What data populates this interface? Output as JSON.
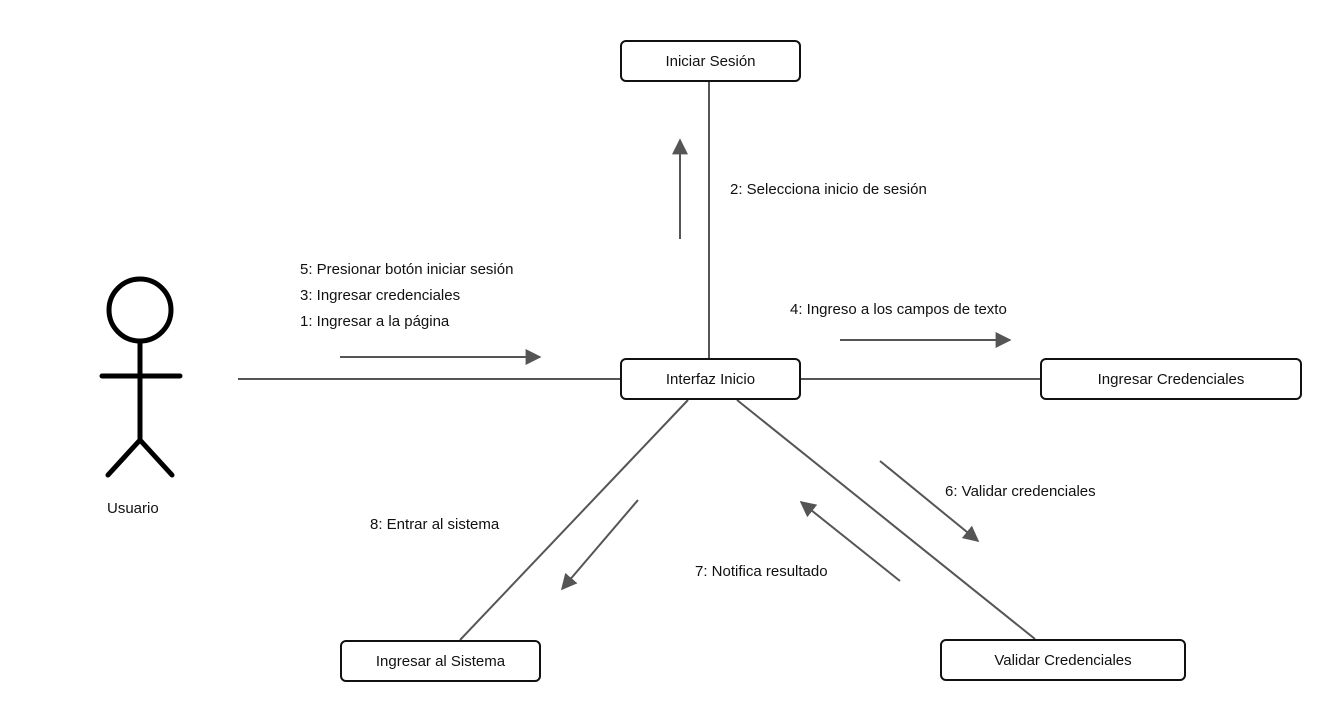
{
  "actor": {
    "name": "Usuario"
  },
  "objects": {
    "iniciar_sesion": "Iniciar Sesión",
    "interfaz_inicio": "Interfaz Inicio",
    "ingresar_credenciales": "Ingresar Credenciales",
    "ingresar_sistema": "Ingresar al Sistema",
    "validar_credenciales": "Validar Credenciales"
  },
  "messages": {
    "m1": "1: Ingresar a la página",
    "m2": "2: Selecciona inicio de sesión",
    "m3": "3: Ingresar credenciales",
    "m4": "4: Ingreso a los campos de texto",
    "m5": "5: Presionar botón iniciar sesión",
    "m6": "6: Validar credenciales",
    "m7": "7: Notifica resultado",
    "m8": "8: Entrar al sistema"
  },
  "colors": {
    "line": "#555555",
    "border": "#111111"
  }
}
